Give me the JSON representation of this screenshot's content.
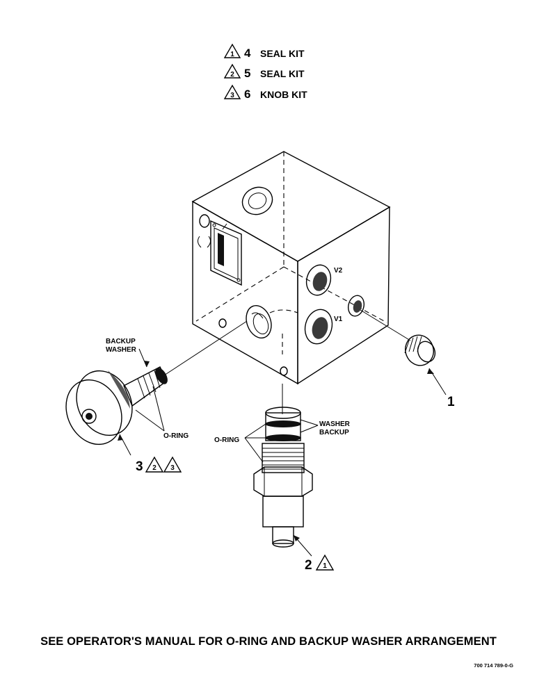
{
  "kit_legend": [
    {
      "triangle": "1",
      "qty": "4",
      "text": "SEAL KIT"
    },
    {
      "triangle": "2",
      "qty": "5",
      "text": "SEAL KIT"
    },
    {
      "triangle": "3",
      "qty": "6",
      "text": "KNOB KIT"
    }
  ],
  "port_labels": {
    "v2": "V2",
    "v1": "V1"
  },
  "callouts": {
    "backup_washer_line1": "BACKUP",
    "backup_washer_line2": "WASHER",
    "oring_left": "O-RING",
    "oring_right": "O-RING",
    "washer_backup_line1": "WASHER",
    "washer_backup_line2": "BACKUP"
  },
  "items": {
    "item1": {
      "number": "1"
    },
    "item2": {
      "number": "2",
      "triangle": "1"
    },
    "item3": {
      "number": "3",
      "triangles": [
        "2",
        "3"
      ]
    }
  },
  "footer_note": "SEE OPERATOR'S MANUAL FOR O-RING AND BACKUP WASHER ARRANGEMENT",
  "drawing_number": "700 714 789-0-G"
}
